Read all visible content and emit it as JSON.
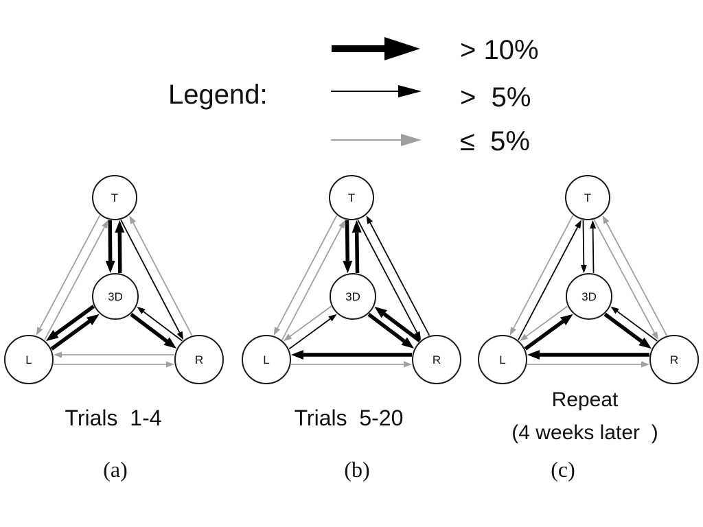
{
  "legend": {
    "title": "Legend:",
    "items": [
      {
        "label": "> 10%",
        "weight": "thick",
        "color": "#000000"
      },
      {
        "label": ">  5%",
        "weight": "thin",
        "color": "#000000"
      },
      {
        "label": "≤  5%",
        "weight": "faint",
        "color": "#a0a0a0"
      }
    ]
  },
  "colors": {
    "strong": "#000000",
    "faint": "#a0a0a0"
  },
  "panels": [
    {
      "id": "a",
      "caption_lines": [
        "Trials  1-4"
      ],
      "letter": "(a)",
      "nodes": {
        "T": "T",
        "C": "3D",
        "L": "L",
        "R": "R"
      },
      "edges": [
        {
          "from": "C",
          "to": "T",
          "weight": "thick"
        },
        {
          "from": "T",
          "to": "C",
          "weight": "thick"
        },
        {
          "from": "L",
          "to": "C",
          "weight": "thick"
        },
        {
          "from": "C",
          "to": "L",
          "weight": "thick"
        },
        {
          "from": "C",
          "to": "R",
          "weight": "thick"
        },
        {
          "from": "R",
          "to": "C",
          "weight": "thin"
        },
        {
          "from": "L",
          "to": "R",
          "weight": "faint"
        },
        {
          "from": "R",
          "to": "L",
          "weight": "faint"
        },
        {
          "from": "T",
          "to": "R",
          "weight": "thin"
        },
        {
          "from": "R",
          "to": "T",
          "weight": "faint"
        },
        {
          "from": "L",
          "to": "T",
          "weight": "faint"
        },
        {
          "from": "T",
          "to": "L",
          "weight": "faint"
        }
      ]
    },
    {
      "id": "b",
      "caption_lines": [
        "Trials  5-20"
      ],
      "letter": "(b)",
      "nodes": {
        "T": "T",
        "C": "3D",
        "L": "L",
        "R": "R"
      },
      "edges": [
        {
          "from": "C",
          "to": "T",
          "weight": "thick"
        },
        {
          "from": "T",
          "to": "C",
          "weight": "thick"
        },
        {
          "from": "C",
          "to": "L",
          "weight": "faint"
        },
        {
          "from": "L",
          "to": "C",
          "weight": "thin"
        },
        {
          "from": "C",
          "to": "R",
          "weight": "thick"
        },
        {
          "from": "R",
          "to": "C",
          "weight": "thick"
        },
        {
          "from": "L",
          "to": "R",
          "weight": "faint"
        },
        {
          "from": "R",
          "to": "L",
          "weight": "thick"
        },
        {
          "from": "T",
          "to": "R",
          "weight": "thin"
        },
        {
          "from": "R",
          "to": "T",
          "weight": "thin"
        },
        {
          "from": "L",
          "to": "T",
          "weight": "faint"
        },
        {
          "from": "T",
          "to": "L",
          "weight": "faint"
        }
      ]
    },
    {
      "id": "c",
      "caption_lines": [
        "Repeat",
        "(4 weeks later  )"
      ],
      "letter": "(c)",
      "nodes": {
        "T": "T",
        "C": "3D",
        "L": "L",
        "R": "R"
      },
      "edges": [
        {
          "from": "C",
          "to": "T",
          "weight": "thin"
        },
        {
          "from": "T",
          "to": "C",
          "weight": "thin"
        },
        {
          "from": "C",
          "to": "L",
          "weight": "faint"
        },
        {
          "from": "L",
          "to": "C",
          "weight": "thick"
        },
        {
          "from": "C",
          "to": "R",
          "weight": "thick"
        },
        {
          "from": "R",
          "to": "C",
          "weight": "thin"
        },
        {
          "from": "L",
          "to": "R",
          "weight": "faint"
        },
        {
          "from": "R",
          "to": "L",
          "weight": "thick"
        },
        {
          "from": "L",
          "to": "T",
          "weight": "thin"
        },
        {
          "from": "T",
          "to": "L",
          "weight": "faint"
        },
        {
          "from": "T",
          "to": "R",
          "weight": "faint"
        },
        {
          "from": "R",
          "to": "T",
          "weight": "faint"
        }
      ]
    }
  ]
}
